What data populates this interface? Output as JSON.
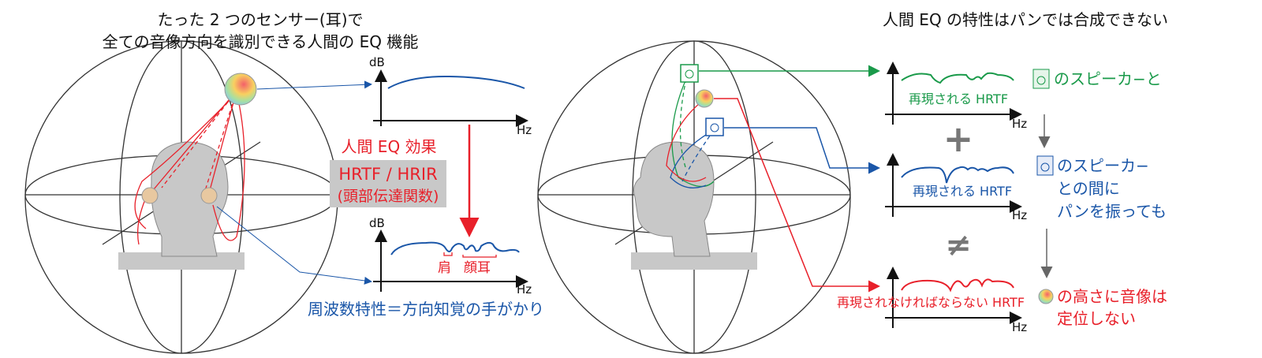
{
  "left": {
    "title_line1": "たった 2 つのセンサー(耳)で",
    "title_line2": "全ての音像方向を識別できる人間の EQ 機能",
    "graph_top": {
      "y_label": "dB",
      "x_label": "Hz"
    },
    "graph_bottom": {
      "y_label": "dB",
      "x_label": "Hz",
      "mark_shoulder": "肩",
      "mark_face_ear": "顔耳"
    },
    "effect_title": "人間 EQ 効果",
    "effect_name": "HRTF / HRIR",
    "effect_desc": "(頭部伝達関数)",
    "caption": "周波数特性＝方向知覚の手がかり"
  },
  "right": {
    "title": "人間 EQ の特性はパンでは合成できない",
    "graphs": [
      {
        "label": "再現される HRTF",
        "x_label": "Hz",
        "color": "#1a9a4a"
      },
      {
        "label": "再現される HRTF",
        "x_label": "Hz",
        "color": "#1a56a8"
      },
      {
        "label": "再現されなければならない HRTF",
        "x_label": "Hz",
        "color": "#e8202a"
      }
    ],
    "plus_symbol": "+",
    "not_equal_symbol": "≠",
    "note1": "のスピーカ−と",
    "note2_line1": "のスピーカ−",
    "note2_line2": "との間に",
    "note2_line3": "パンを振っても",
    "note3_line1": "の高さに音像は",
    "note3_line2": "定位しない"
  },
  "colors": {
    "red": "#e8202a",
    "blue": "#1a56a8",
    "green": "#1a9a4a",
    "gray": "#c8c8c8"
  }
}
